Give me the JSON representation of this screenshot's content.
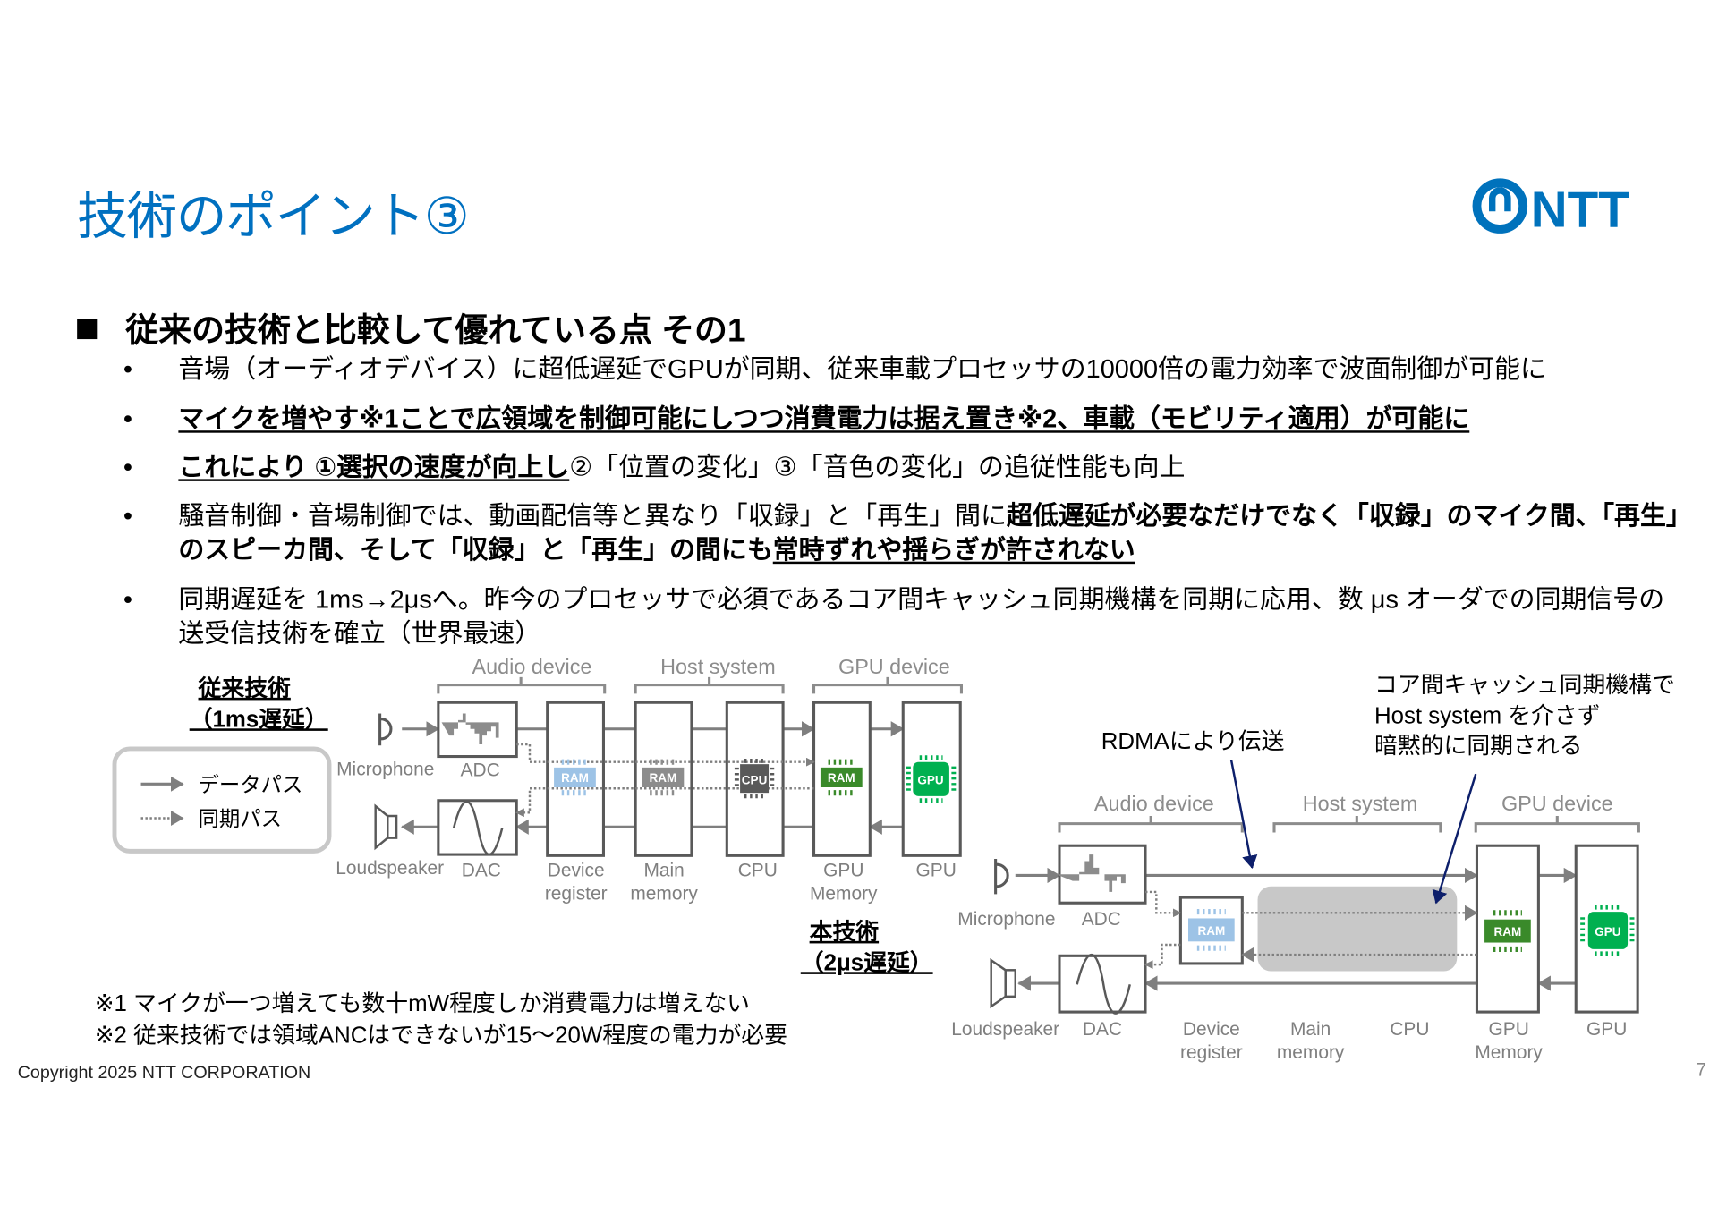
{
  "title": "技術のポイント③",
  "logo": {
    "text": "NTT",
    "color": "#0072bc"
  },
  "section_heading": "従来の技術と比較して優れている点 その1",
  "bullets": [
    {
      "segments": [
        "音場（オーディオデバイス）に超低遅延でGPUが同期、従来車載プロセッサの10000倍の電力効率で波面制御が可能に"
      ]
    },
    {
      "segments": [
        "マイクを増やす※1ことで広領域を制御可能にしつつ消費電力は据え置き※2、車載（モビリティ適用）が可能に"
      ]
    },
    {
      "segments": [
        "これにより ①選択の速度が向上し",
        "②「位置の変化」③「音色の変化」の追従性能も向上"
      ]
    },
    {
      "segments": [
        "騒音制御・音場制御では、動画配信等と異なり「収録」と「再生」間に",
        "超低遅延が必要なだけでなく「収録」のマイク間、「再生」のスピーカ間、そして「収録」と「再生」の間にも",
        "常時ずれや揺らぎが許されない"
      ]
    },
    {
      "segments": [
        "同期遅延を 1ms→2μsへ。昨今のプロセッサで必須であるコア間キャッシュ同期機構を同期に応用、数 μs オーダでの同期信号の送受信技術を確立（世界最速）"
      ]
    }
  ],
  "legacy": {
    "heading_line1": "従来技術",
    "heading_line2": "（1ms遅延）",
    "legend": {
      "data_path": "データパス",
      "sync_path": "同期パス"
    }
  },
  "proposed": {
    "heading_line1": "本技術",
    "heading_line2": "（2μs遅延）",
    "annotation_rdma": "RDMAにより伝送",
    "annotation_cache": [
      "コア間キャッシュ同期機構で",
      "Host system を介さず",
      "暗黙的に同期される"
    ]
  },
  "diagram_labels": {
    "audio_device": "Audio device",
    "host_system": "Host system",
    "gpu_device": "GPU device",
    "microphone": "Microphone",
    "adc": "ADC",
    "loudspeaker": "Loudspeaker",
    "dac": "DAC",
    "device_register": [
      "Device",
      "register"
    ],
    "main_memory": [
      "Main",
      "memory"
    ],
    "cpu": "CPU",
    "gpu_memory": [
      "GPU",
      "Memory"
    ],
    "gpu": "GPU",
    "chip_ram": "RAM",
    "chip_cpu": "CPU",
    "chip_gpu": "GPU"
  },
  "footnotes": [
    "※1 マイクが一つ増えても数十mW程度しか消費電力は増えない",
    "※2 従来技術では領域ANCはできないが15～20W程度の電力が必要"
  ],
  "copyright": "Copyright 2025 NTT CORPORATION",
  "page_number": "7",
  "colors": {
    "title": "#0070c0",
    "annotation_arrow": "#0d1f6b",
    "gpu_green": "#00b050",
    "ram_green": "#3a8a2a",
    "ram_blue": "#9dc3e6"
  }
}
